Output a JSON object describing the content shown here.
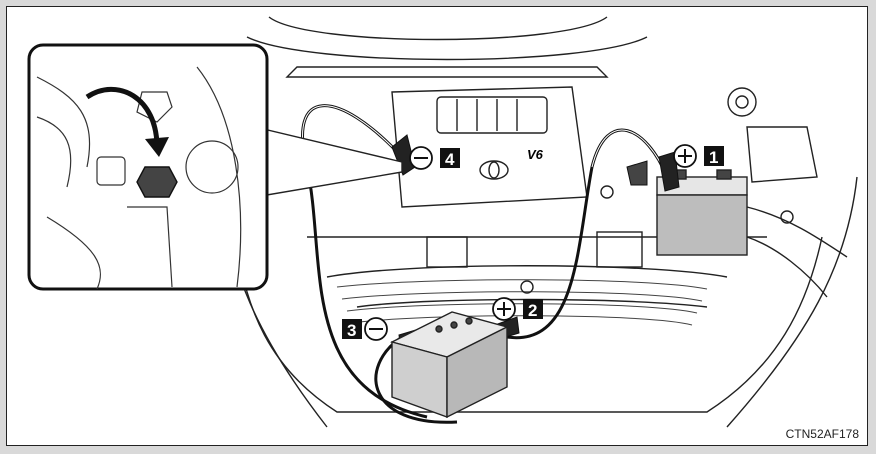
{
  "figure": {
    "reference_code": "CTN52AF178",
    "engine_badge": "V6"
  },
  "steps": [
    {
      "number": "1",
      "polarity": "positive",
      "symbol_icon": "plus-circle-icon"
    },
    {
      "number": "2",
      "polarity": "positive",
      "symbol_icon": "plus-circle-icon"
    },
    {
      "number": "3",
      "polarity": "negative",
      "symbol_icon": "minus-circle-icon"
    },
    {
      "number": "4",
      "polarity": "negative",
      "symbol_icon": "minus-circle-icon"
    }
  ],
  "colors": {
    "outline": "#222222",
    "battery_fill": "#d0d0d0",
    "background": "#ffffff",
    "label_box": "#111111"
  }
}
